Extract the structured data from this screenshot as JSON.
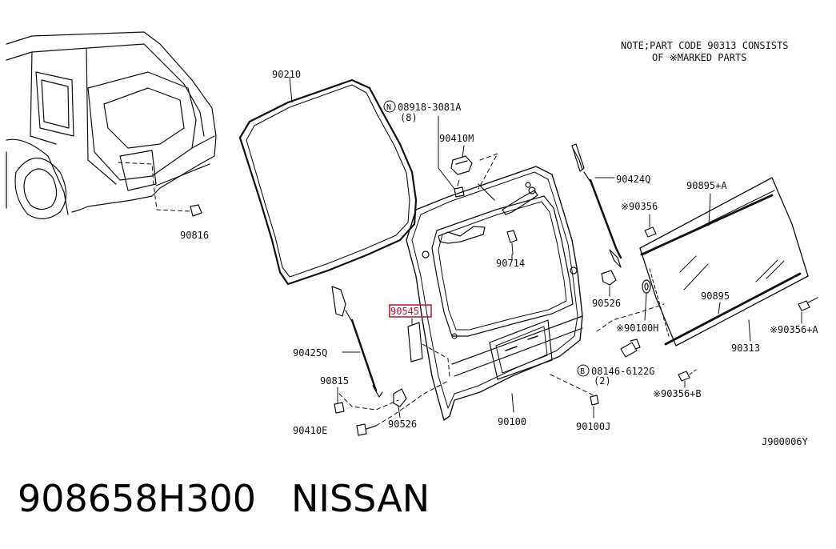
{
  "note": {
    "line1": "NOTE;PART CODE 90313 CONSISTS",
    "line2": "OF ※MARKED PARTS"
  },
  "labels": {
    "p90210": "90210",
    "p08918": "08918-3081A",
    "p08918_qty": "(8)",
    "p90410M": "90410M",
    "p90424Q": "90424Q",
    "p90895A": "90895+A",
    "p90356": "※90356",
    "p90816": "90816",
    "p90714": "90714",
    "p90526r": "90526",
    "p90895": "90895",
    "p90100H": "※90100H",
    "p90356A": "※90356+A",
    "p90545": "90545",
    "p90425Q": "90425Q",
    "p90313": "90313",
    "p08146": "08146-6122G",
    "p08146_qty": "(2)",
    "p90815": "90815",
    "p90356B": "※90356+B",
    "p90100": "90100",
    "p90410E": "90410E",
    "p90526l": "90526",
    "p90100J": "90100J",
    "diagram_id": "J900006Y",
    "circle_N": "N",
    "circle_B": "B"
  },
  "highlight_color": "#c0102a",
  "footer": {
    "part_number": "908658H300",
    "brand": "NISSAN"
  }
}
